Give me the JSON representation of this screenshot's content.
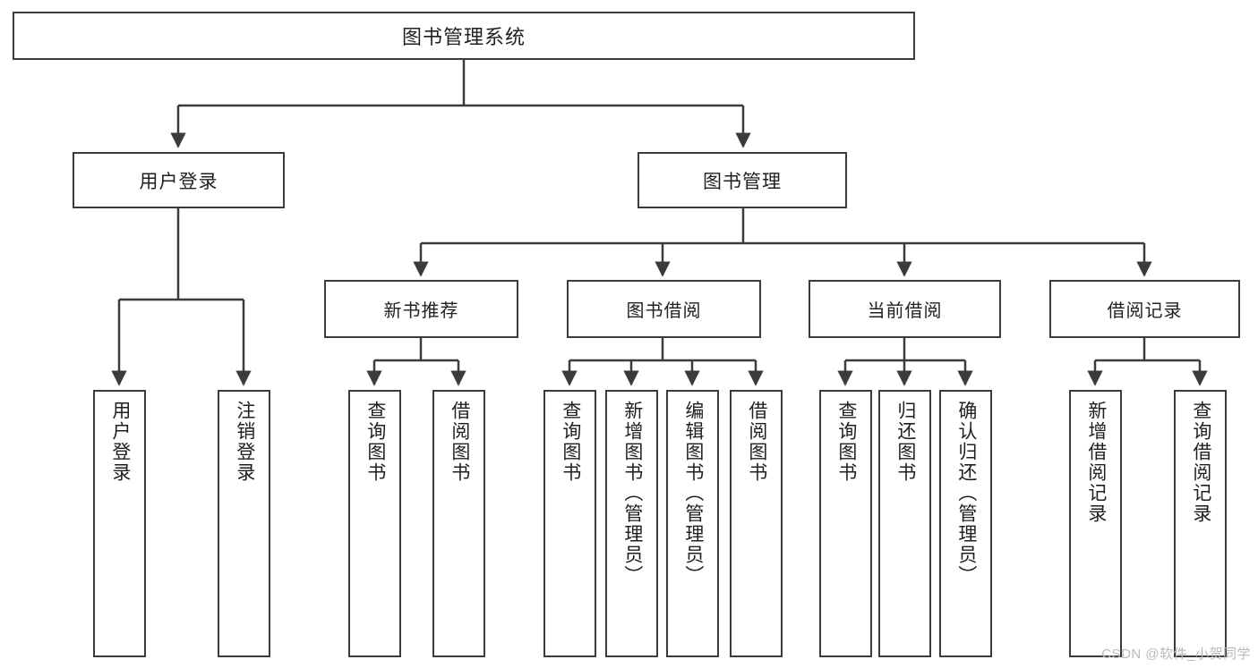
{
  "diagram": {
    "type": "tree-hierarchy-chart",
    "title": "图书管理系统",
    "watermark": "CSDN @软件_小贺同学",
    "colors": {
      "box_border": "#3b3b3b",
      "box_fill": "#ffffff",
      "edge": "#3b3b3b",
      "text": "#1f1f1f",
      "watermark": "#b9b9b9"
    },
    "nodes": {
      "root": {
        "label": "图书管理系统"
      },
      "level1": [
        {
          "id": "user-login",
          "label": "用户登录"
        },
        {
          "id": "book-manage",
          "label": "图书管理"
        }
      ],
      "level2": [
        {
          "id": "new-book-recommend",
          "label": "新书推荐"
        },
        {
          "id": "book-borrow",
          "label": "图书借阅"
        },
        {
          "id": "current-borrow",
          "label": "当前借阅"
        },
        {
          "id": "borrow-record",
          "label": "借阅记录"
        }
      ],
      "leaves": [
        {
          "id": "leaf-user-login",
          "label": "用户登录",
          "parent": "user-login"
        },
        {
          "id": "leaf-logout",
          "label": "注销登录",
          "parent": "user-login"
        },
        {
          "id": "leaf-query-book-1",
          "label": "查询图书",
          "parent": "new-book-recommend"
        },
        {
          "id": "leaf-borrow-book-1",
          "label": "借阅图书",
          "parent": "new-book-recommend"
        },
        {
          "id": "leaf-query-book-2",
          "label": "查询图书",
          "parent": "book-borrow"
        },
        {
          "id": "leaf-add-book",
          "label": "新增图书（管理员）",
          "parent": "book-borrow"
        },
        {
          "id": "leaf-edit-book",
          "label": "编辑图书（管理员）",
          "parent": "book-borrow"
        },
        {
          "id": "leaf-borrow-book-2",
          "label": "借阅图书",
          "parent": "book-borrow"
        },
        {
          "id": "leaf-query-book-3",
          "label": "查询图书",
          "parent": "current-borrow"
        },
        {
          "id": "leaf-return-book",
          "label": "归还图书",
          "parent": "current-borrow"
        },
        {
          "id": "leaf-confirm-return",
          "label": "确认归还（管理员）",
          "parent": "current-borrow"
        },
        {
          "id": "leaf-add-record",
          "label": "新增借阅记录",
          "parent": "borrow-record"
        },
        {
          "id": "leaf-query-record",
          "label": "查询借阅记录",
          "parent": "borrow-record"
        }
      ]
    }
  }
}
